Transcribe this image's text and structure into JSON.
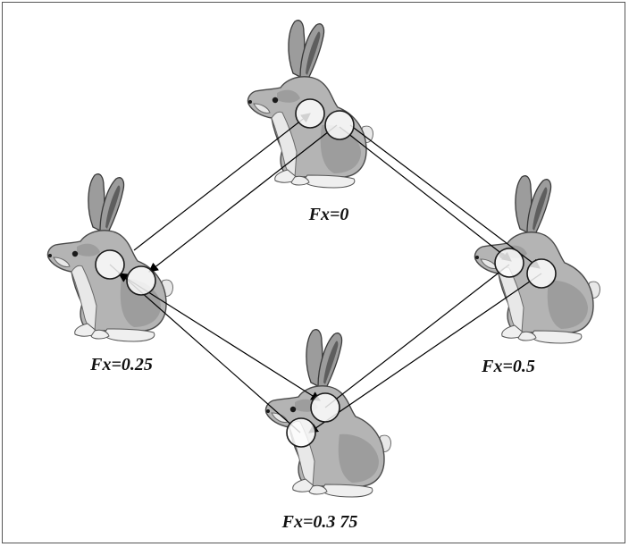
{
  "diagram": {
    "states": [
      {
        "id": "top",
        "label": "Fx=0"
      },
      {
        "id": "left",
        "label": "Fx=0.25"
      },
      {
        "id": "right",
        "label": "Fx=0.5"
      },
      {
        "id": "bottom",
        "label": "Fx=0.3 75"
      }
    ]
  }
}
